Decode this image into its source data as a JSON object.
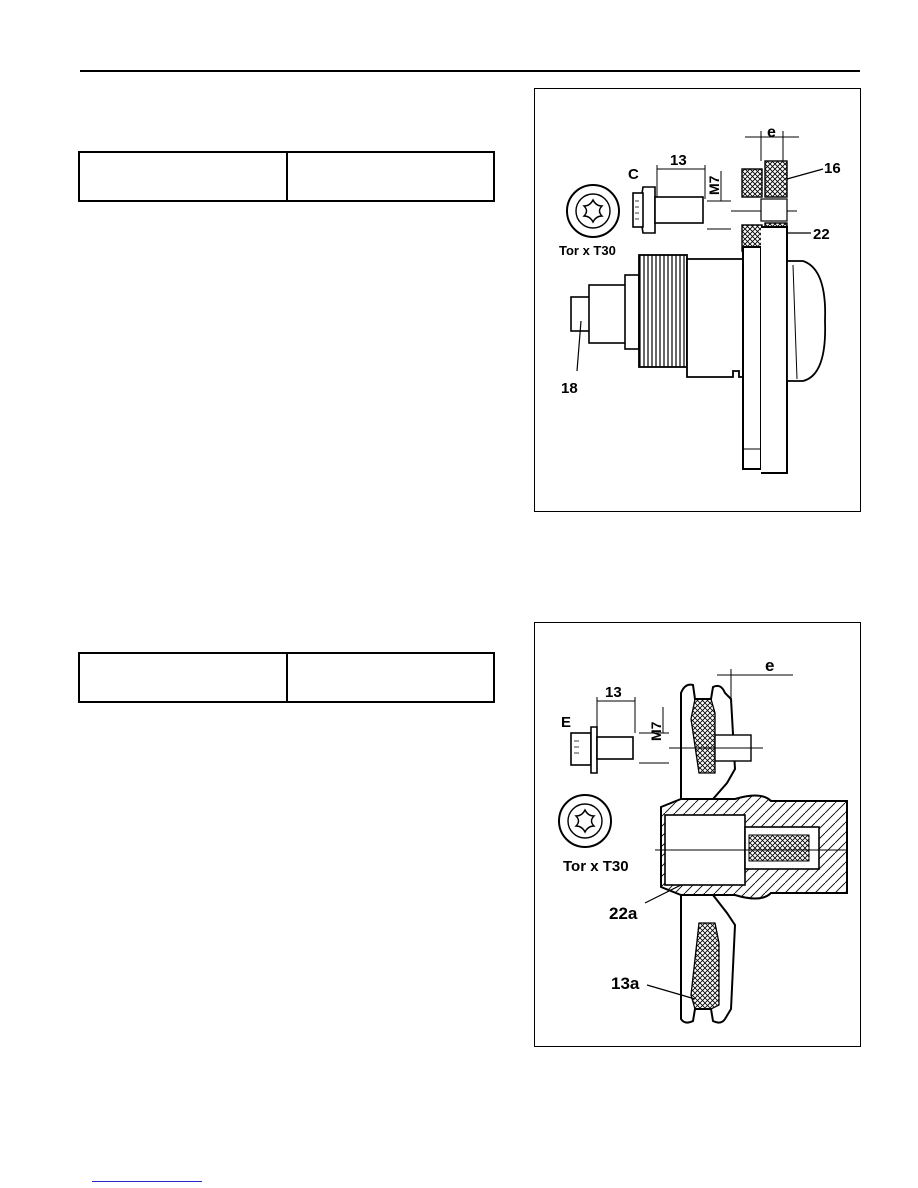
{
  "figure1": {
    "labels": {
      "dim_length": "13",
      "bolt_letter": "C",
      "thread": "M7",
      "dim_e": "e",
      "part_16": "16",
      "part_22": "22",
      "tool": "Tor x T30",
      "part_18": "18"
    }
  },
  "figure2": {
    "labels": {
      "dim_e": "e",
      "dim_length": "13",
      "thread": "M7",
      "bolt_letter": "E",
      "tool": "Tor x T30",
      "part_22a": "22a",
      "part_13a": "13a"
    }
  },
  "colors": {
    "ink": "#000000",
    "paper": "#ffffff",
    "footer_link": "#2a2ad0"
  },
  "icons": [
    "torx-socket-icon",
    "torx-socket-icon"
  ]
}
